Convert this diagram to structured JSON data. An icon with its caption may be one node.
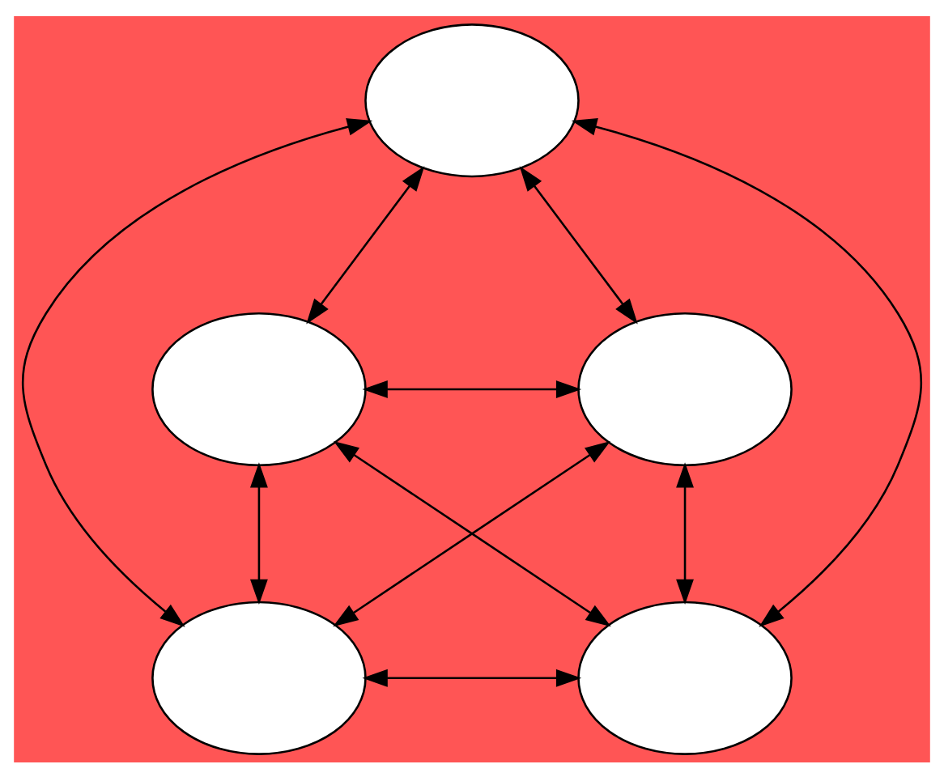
{
  "diagram": {
    "nodes": [
      {
        "text": [],
        "shape": "ellipse"
      },
      {
        "text": [],
        "shape": "ellipse"
      },
      {
        "text": [],
        "shape": "ellipse"
      },
      {
        "text": [],
        "shape": "ellipse"
      },
      {
        "text": [],
        "shape": "ellipse"
      }
    ],
    "edges": [
      {
        "from": 0,
        "to": 1,
        "arrow": "both"
      },
      {
        "from": 0,
        "to": 2,
        "arrow": "both"
      },
      {
        "from": 0,
        "to": 3,
        "arrow": "both"
      },
      {
        "from": 0,
        "to": 4,
        "arrow": "both"
      },
      {
        "from": 1,
        "to": 2,
        "arrow": "both"
      },
      {
        "from": 1,
        "to": 3,
        "arrow": "both"
      },
      {
        "from": 1,
        "to": 4,
        "arrow": "both"
      },
      {
        "from": 2,
        "to": 3,
        "arrow": "both"
      },
      {
        "from": 2,
        "to": 4,
        "arrow": "both"
      },
      {
        "from": 3,
        "to": 4,
        "arrow": "both"
      }
    ]
  }
}
